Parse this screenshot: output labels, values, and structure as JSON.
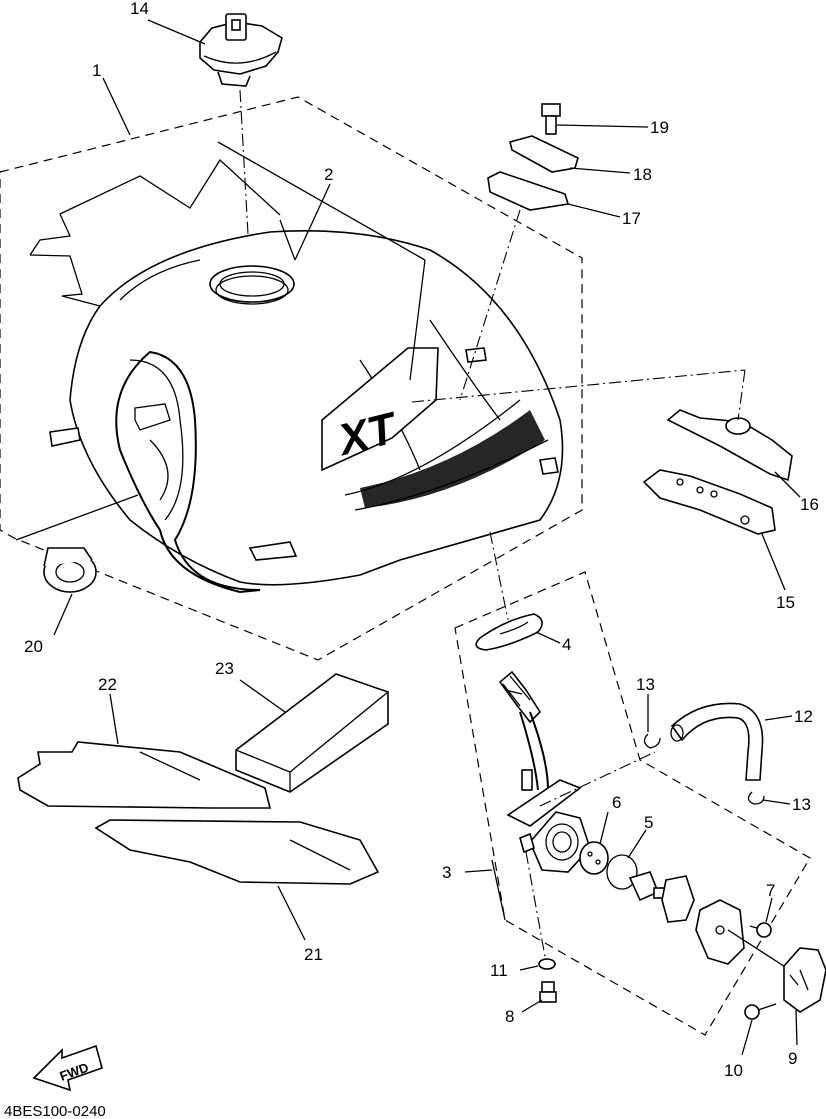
{
  "diagram_code": "4BES100-0240",
  "fwd_label": "FWD",
  "callouts": {
    "c1": "1",
    "c2": "2",
    "c3": "3",
    "c4": "4",
    "c5": "5",
    "c6": "6",
    "c7": "7",
    "c8": "8",
    "c9": "9",
    "c10": "10",
    "c11": "11",
    "c12": "12",
    "c13a": "13",
    "c13b": "13",
    "c14": "14",
    "c15": "15",
    "c16": "16",
    "c17": "17",
    "c18": "18",
    "c19": "19",
    "c20": "20",
    "c21": "21",
    "c22": "22",
    "c23": "23"
  },
  "emblem_text": "XT"
}
